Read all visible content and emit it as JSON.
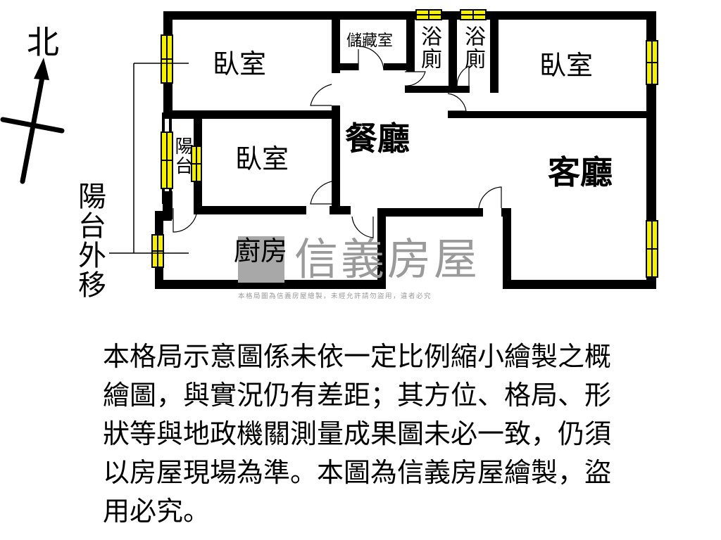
{
  "compass": {
    "label": "北",
    "icon": "north-arrow-icon"
  },
  "floorplan": {
    "rooms": [
      {
        "id": "bedroom-top-left",
        "label": "臥室"
      },
      {
        "id": "storage",
        "label": "儲藏室"
      },
      {
        "id": "bathroom-1",
        "label": "浴廁"
      },
      {
        "id": "bathroom-2",
        "label": "浴廁"
      },
      {
        "id": "bedroom-top-right",
        "label": "臥室"
      },
      {
        "id": "dining",
        "label": "餐廳"
      },
      {
        "id": "bedroom-middle",
        "label": "臥室"
      },
      {
        "id": "balcony",
        "label": "陽台"
      },
      {
        "id": "living",
        "label": "客廳"
      },
      {
        "id": "kitchen",
        "label": "廚房"
      }
    ],
    "balcony_note": "陽台外移",
    "colors": {
      "wall": "#000000",
      "window": "#f5f000",
      "watermark": "#9a9a9a"
    }
  },
  "watermark": {
    "brand": "信義房屋",
    "notice": "本格局圖為信義房屋繪製，未經允許請勿盜用，違者必究"
  },
  "disclaimer": {
    "lines": [
      "本格局示意圖係未依一定比例縮小繪製之概",
      "繪圖，與實況仍有差距；其方位、格局、形",
      "狀等與地政機關測量成果圖未必一致，仍須",
      "以房屋現場為準。本圖為信義房屋繪製，盜",
      "用必究。"
    ]
  }
}
